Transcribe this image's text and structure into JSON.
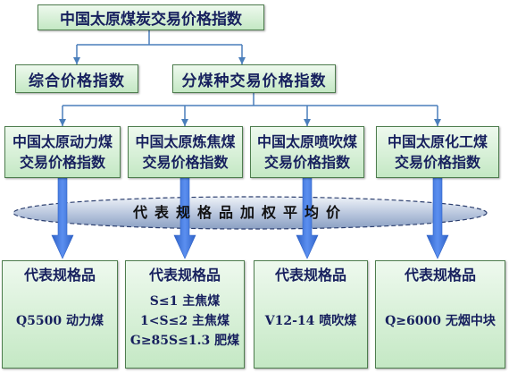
{
  "colors": {
    "box_fill_top": "#eef9ee",
    "box_fill_bottom": "#c4e8c4",
    "box_border": "#4e7d4e",
    "text": "#17205e",
    "connector": "#4a7ebb",
    "arrow_edge": "#2f62c7",
    "arrow_center": "#5b8ff0",
    "band_border": "#2c3f6f",
    "band_fill_top": "#eef2f8",
    "band_fill_bottom": "#8a9fc2"
  },
  "root": {
    "label": "中国太原煤炭交易价格指数"
  },
  "level2": [
    {
      "label": "综合价格指数"
    },
    {
      "label": "分煤种交易价格指数"
    }
  ],
  "indices": [
    {
      "line1": "中国太原动力煤",
      "line2": "交易价格指数"
    },
    {
      "line1": "中国太原炼焦煤",
      "line2": "交易价格指数"
    },
    {
      "line1": "中国太原喷吹煤",
      "line2": "交易价格指数"
    },
    {
      "line1": "中国太原化工煤",
      "line2": "交易价格指数"
    }
  ],
  "band": {
    "label": "代表规格品加权平均价"
  },
  "products": [
    {
      "heading": "代表规格品",
      "items": [
        "Q5500 动力煤"
      ]
    },
    {
      "heading": "代表规格品",
      "items": [
        "S≤1 主焦煤",
        "1<S≤2 主焦煤",
        "G≥85S≤1.3 肥煤"
      ]
    },
    {
      "heading": "代表规格品",
      "items": [
        "V12-14 喷吹煤"
      ]
    },
    {
      "heading": "代表规格品",
      "items": [
        "Q≥6000 无烟中块"
      ]
    }
  ]
}
